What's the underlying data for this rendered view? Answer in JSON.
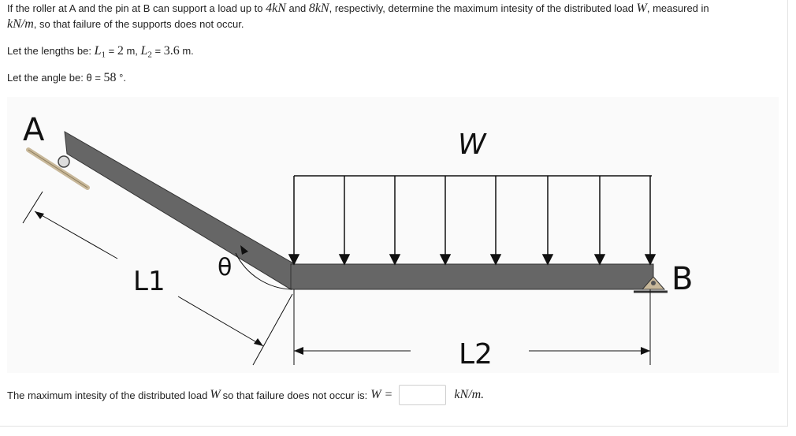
{
  "problem": {
    "p1_a": "If the roller at A and the pin at B can support a load up to ",
    "p1_m1": "4kN",
    "p1_b": " and ",
    "p1_m2": "8kN",
    "p1_c": ", respectivly, determine the maximum intesity of the distributed load ",
    "p1_m3": "W",
    "p1_d": ", measured in",
    "p1_m4": "kN/m",
    "p1_e": ", so that failure of the supports does not occur.",
    "p2_a": "Let the lengths be: ",
    "p2_m1": "L",
    "p2_sub1": "1",
    "p2_b": " = ",
    "p2_v1": "2",
    "p2_c": " m, ",
    "p2_m2": "L",
    "p2_sub2": "2",
    "p2_d": " = ",
    "p2_v2": "3.6",
    "p2_e": " m.",
    "p3_a": "Let the angle be: θ = ",
    "p3_v": "58",
    "p3_b": " °."
  },
  "figure": {
    "label_A": "A",
    "label_B": "B",
    "label_W": "W",
    "label_L1": "L1",
    "label_L2": "L2",
    "label_theta": "θ",
    "colors": {
      "beam": "#666666",
      "support": "#c8b89a",
      "line": "#111111"
    }
  },
  "answer": {
    "prompt": "The maximum intesity of the distributed load ",
    "var": "W",
    "prompt_b": " so that failure does not occur is: ",
    "lhs": "W =",
    "value": "",
    "unit": "kN/m."
  }
}
